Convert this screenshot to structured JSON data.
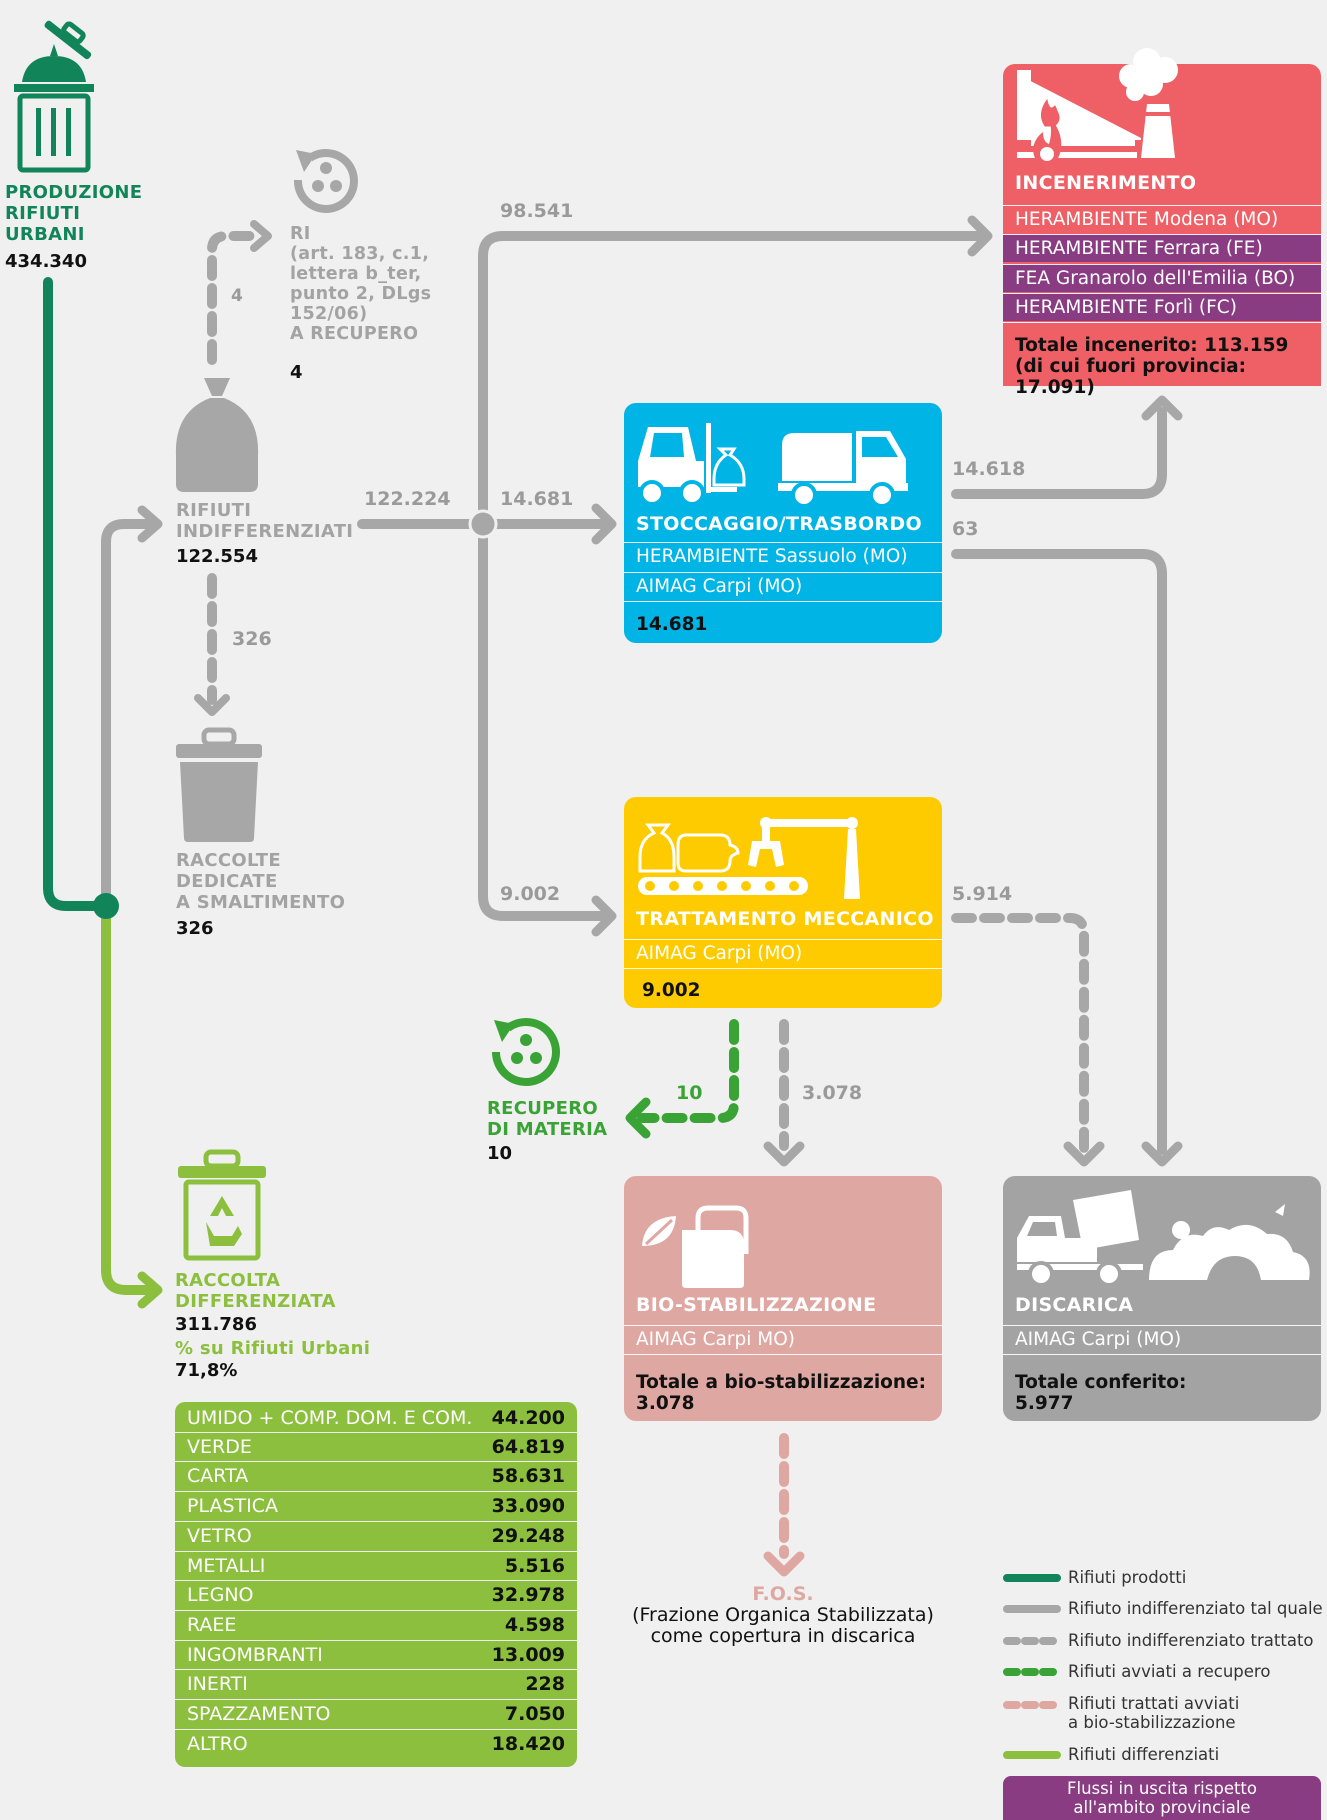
{
  "production": {
    "label_1": "PRODUZIONE",
    "label_2": "RIFIUTI",
    "label_3": "URBANI",
    "value": "434.340"
  },
  "ri": {
    "label": "RI",
    "line_1": "(art. 183, c.1,",
    "line_2": "lettera b_ter,",
    "line_3": "punto 2, DLgs",
    "line_4": "152/06)",
    "line_5": "A RECUPERO",
    "value": "4",
    "flow": "4"
  },
  "indiff": {
    "label_1": "RIFIUTI",
    "label_2": "INDIFFERENZIATI",
    "value": "122.554",
    "flow_out": "122.224",
    "flow_down": "326"
  },
  "dedicate": {
    "label_1": "RACCOLTE",
    "label_2": "DEDICATE",
    "label_3": "A SMALTIMENTO",
    "value": "326"
  },
  "flows": {
    "to_incenerimento": "98.541",
    "to_stoccaggio": "14.681",
    "to_trattamento": "9.002",
    "stoccaggio_to_inc": "14.618",
    "stoccaggio_to_disc": "63",
    "trattamento_to_disc": "5.914",
    "to_recupero": "10",
    "to_bio": "3.078"
  },
  "incenerimento": {
    "title": "INCENERIMENTO",
    "plants": [
      "HERAMBIENTE Modena (MO)",
      "HERAMBIENTE Ferrara (FE)",
      "FEA Granarolo dell'Emilia (BO)",
      "HERAMBIENTE Forlì (FC)"
    ],
    "total_1": "Totale incenerito: 113.159",
    "total_2": "(di cui fuori provincia: 17.091)"
  },
  "stoccaggio": {
    "title": "STOCCAGGIO/TRASBORDO",
    "plants": [
      "HERAMBIENTE Sassuolo (MO)",
      "AIMAG Carpi (MO)"
    ],
    "total": "14.681"
  },
  "trattamento": {
    "title": "TRATTAMENTO MECCANICO",
    "plants": [
      "AIMAG Carpi (MO)"
    ],
    "total": "9.002"
  },
  "recupero": {
    "label_1": "RECUPERO",
    "label_2": "DI MATERIA",
    "value": "10"
  },
  "bio": {
    "title": "BIO-STABILIZZAZIONE",
    "plant": "AIMAG Carpi MO)",
    "total_1": "Totale a bio-stabilizzazione:",
    "total_2": "3.078"
  },
  "discarica": {
    "title": "DISCARICA",
    "plant": "AIMAG Carpi (MO)",
    "total_1": "Totale conferito:",
    "total_2": "5.977"
  },
  "fos": {
    "title": "F.O.S.",
    "line_1": "(Frazione Organica Stabilizzata)",
    "line_2": "come copertura in discarica"
  },
  "differenziata": {
    "label_1": "RACCOLTA",
    "label_2": "DIFFERENZIATA",
    "value": "311.786",
    "pct_label": "% su Rifiuti Urbani",
    "pct": "71,8%"
  },
  "table": [
    {
      "k": "UMIDO + COMP. DOM. E COM.",
      "v": "44.200"
    },
    {
      "k": "VERDE",
      "v": "64.819"
    },
    {
      "k": "CARTA",
      "v": "58.631"
    },
    {
      "k": "PLASTICA",
      "v": "33.090"
    },
    {
      "k": "VETRO",
      "v": "29.248"
    },
    {
      "k": "METALLI",
      "v": "5.516"
    },
    {
      "k": "LEGNO",
      "v": "32.978"
    },
    {
      "k": "RAEE",
      "v": "4.598"
    },
    {
      "k": "INGOMBRANTI",
      "v": "13.009"
    },
    {
      "k": "INERTI",
      "v": "228"
    },
    {
      "k": "SPAZZAMENTO",
      "v": "7.050"
    },
    {
      "k": "ALTRO",
      "v": "18.420"
    }
  ],
  "legend": {
    "prodotti": "Rifiuti prodotti",
    "indiff": "Rifiuto indifferenziato tal quale",
    "trattato": "Rifiuto indifferenziato trattato",
    "recupero": "Rifiuti avviati a recupero",
    "bio_1": "Rifiuti trattati avviati",
    "bio_2": "a bio-stabilizzazione",
    "diff": "Rifiuti differenziati",
    "fuori_1": "Flussi in uscita rispetto",
    "fuori_2": "all'ambito provinciale"
  },
  "colors": {
    "dark_green": "#12845a",
    "light_green": "#8dbf3f",
    "gray": "#a7a7a7",
    "red": "#ee6065",
    "purple": "#8a3c82",
    "blue": "#00b4e6",
    "yellow": "#fecb00",
    "pink": "#dfa7a2",
    "dgray": "#a3a3a3"
  }
}
